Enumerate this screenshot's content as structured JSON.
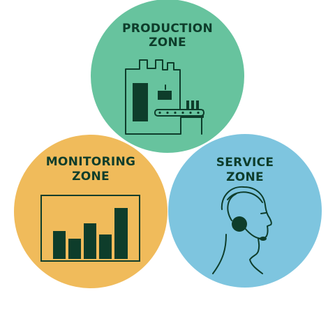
{
  "colors": {
    "ink": "#0e3d2b",
    "production_zone": "#67c39e",
    "monitoring_zone": "#f0bb5b",
    "service_zone": "#7ec5df",
    "background": "#ffffff"
  },
  "zones": [
    {
      "id": "production",
      "label_line1": "PRODUCTION",
      "label_line2": "ZONE",
      "icon": "factory-conveyor-icon"
    },
    {
      "id": "monitoring",
      "label_line1": "MONITORING",
      "label_line2": "ZONE",
      "icon": "bar-chart-monitor-icon"
    },
    {
      "id": "service",
      "label_line1": "SERVICE",
      "label_line2": "ZONE",
      "icon": "headset-operator-icon"
    }
  ]
}
